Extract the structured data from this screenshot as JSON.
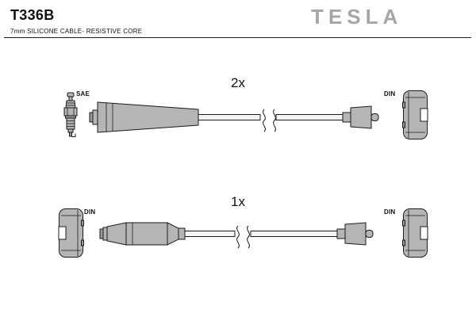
{
  "header": {
    "part_number": "T336B",
    "subtitle": "7mm SILICONE CABLE- RESISTIVE CORE",
    "brand": "TESLA"
  },
  "diagrams": [
    {
      "quantity_label": "2x",
      "left_label": "SAE",
      "right_label": "DIN"
    },
    {
      "quantity_label": "1x",
      "left_label": "DIN",
      "right_label": "DIN"
    }
  ],
  "colors": {
    "background": "#ffffff",
    "logo_gray": "#a6a6a6",
    "metal_gray": "#b5b5b5",
    "outline": "#1c1c1c"
  }
}
